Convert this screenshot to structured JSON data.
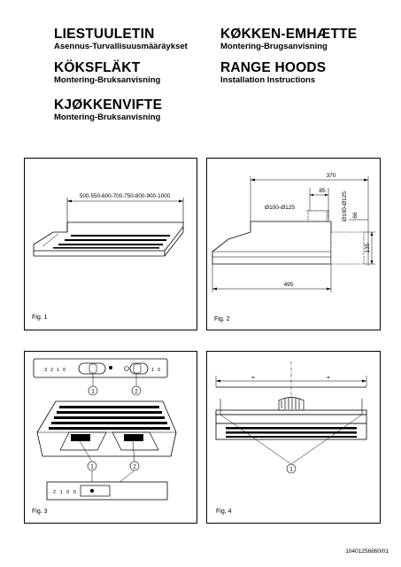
{
  "headings": [
    {
      "title": "LIESTUULETIN",
      "subtitle": "Asennus-Turvallisuusmääräykset"
    },
    {
      "title": "KØKKEN-EMHÆTTE",
      "subtitle": "Montering-Brugsanvisning"
    },
    {
      "title": "KÖKSFLÄKT",
      "subtitle": "Montering-Bruksanvisning"
    },
    {
      "title": "RANGE HOODS",
      "subtitle": "Installation Instructions"
    },
    {
      "title": "KJØKKENVIFTE",
      "subtitle": "Montering-Bruksanvisning"
    }
  ],
  "figures": {
    "fig1": {
      "label": "Fig. 1",
      "width_dim": "500-550-600-700-750-800-900-1000"
    },
    "fig2": {
      "label": "Fig. 2",
      "dim_370": "370",
      "dim_85": "85",
      "dim_duct": "Ø100-Ø125",
      "dim_duct_v": "Ø100-Ø125",
      "dim_66": "66",
      "dim_135": "135",
      "dim_495": "495"
    },
    "fig3": {
      "label": "Fig. 3",
      "callout1": "1",
      "callout2": "2",
      "panel_top": "3 2 1 0",
      "panel_top_b": "1 0",
      "panel_bottom": "2 1 0 0"
    },
    "fig4": {
      "label": "Fig. 4",
      "callout1": "1",
      "eq_left": "=",
      "eq_right": "="
    }
  },
  "document_code": "10401256860/01"
}
